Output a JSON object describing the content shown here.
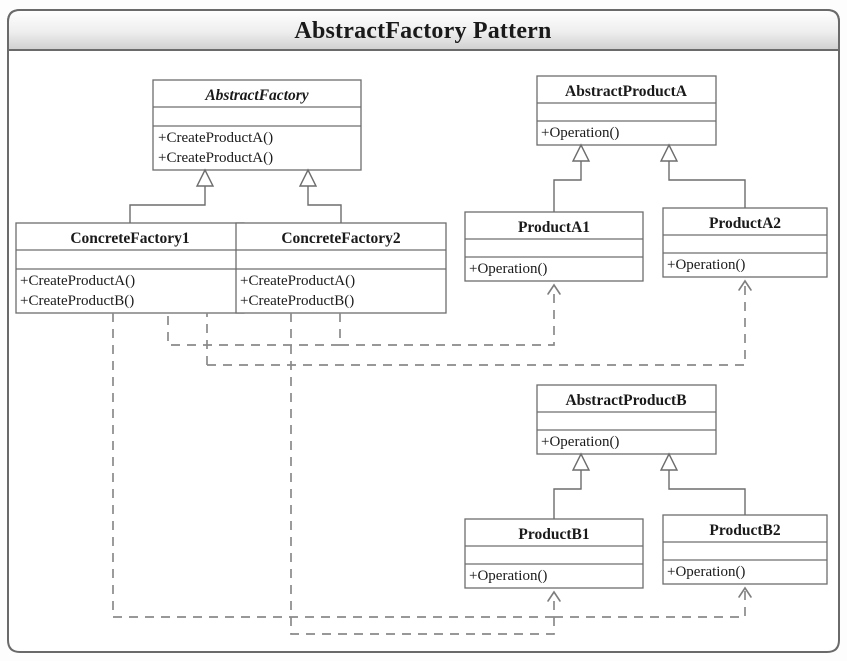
{
  "header": {
    "title": "AbstractFactory Pattern"
  },
  "colors": {
    "box_stroke": "#6d6d6d",
    "box_fill": "#ffffff",
    "dashed_stroke": "#8a8a8a",
    "frame_stroke": "#6a6a6a",
    "text": "#1a1a1a",
    "header_gradient_top": "#ffffff",
    "header_gradient_bottom": "#d2d2d2"
  },
  "classes": [
    {
      "id": "abstract-factory",
      "name": "AbstractFactory",
      "italic": true,
      "attributes": [],
      "operations": [
        "+CreateProductA()",
        "+CreateProductA()"
      ]
    },
    {
      "id": "concrete-factory-1",
      "name": "ConcreteFactory1",
      "italic": false,
      "attributes": [],
      "operations": [
        "+CreateProductA()",
        "+CreateProductB()"
      ]
    },
    {
      "id": "concrete-factory-2",
      "name": "ConcreteFactory2",
      "italic": false,
      "attributes": [],
      "operations": [
        "+CreateProductA()",
        "+CreateProductB()"
      ]
    },
    {
      "id": "abstract-product-a",
      "name": "AbstractProductA",
      "italic": false,
      "attributes": [],
      "operations": [
        "+Operation()"
      ]
    },
    {
      "id": "product-a1",
      "name": "ProductA1",
      "italic": false,
      "attributes": [],
      "operations": [
        "+Operation()"
      ]
    },
    {
      "id": "product-a2",
      "name": "ProductA2",
      "italic": false,
      "attributes": [],
      "operations": [
        "+Operation()"
      ]
    },
    {
      "id": "abstract-product-b",
      "name": "AbstractProductB",
      "italic": false,
      "attributes": [],
      "operations": [
        "+Operation()"
      ]
    },
    {
      "id": "product-b1",
      "name": "ProductB1",
      "italic": false,
      "attributes": [],
      "operations": [
        "+Operation()"
      ]
    },
    {
      "id": "product-b2",
      "name": "ProductB2",
      "italic": false,
      "attributes": [],
      "operations": [
        "+Operation()"
      ]
    }
  ],
  "relationships": [
    {
      "kind": "generalization",
      "from": "ConcreteFactory1",
      "to": "AbstractFactory"
    },
    {
      "kind": "generalization",
      "from": "ConcreteFactory2",
      "to": "AbstractFactory"
    },
    {
      "kind": "generalization",
      "from": "ProductA1",
      "to": "AbstractProductA"
    },
    {
      "kind": "generalization",
      "from": "ProductA2",
      "to": "AbstractProductA"
    },
    {
      "kind": "generalization",
      "from": "ProductB1",
      "to": "AbstractProductB"
    },
    {
      "kind": "generalization",
      "from": "ProductB2",
      "to": "AbstractProductB"
    },
    {
      "kind": "dependency",
      "from": "ConcreteFactory1",
      "to": "ProductA1"
    },
    {
      "kind": "dependency",
      "from": "ConcreteFactory2",
      "to": "ProductA2"
    },
    {
      "kind": "dependency",
      "from": "ConcreteFactory1",
      "to": "ProductB1"
    },
    {
      "kind": "dependency",
      "from": "ConcreteFactory2",
      "to": "ProductB2"
    }
  ]
}
